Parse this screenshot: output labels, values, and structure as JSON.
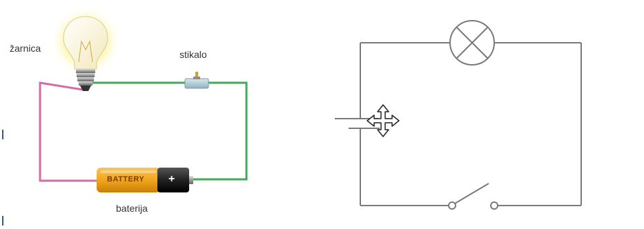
{
  "pictorial_circuit": {
    "bulb_label": "žarnica",
    "switch_label": "stikalo",
    "battery_label": "baterija",
    "battery_text": "BATTERY",
    "battery_terminal_sign": "+"
  },
  "schematic_circuit": {
    "components": [
      "lamp-symbol",
      "battery-symbol",
      "open-switch-symbol"
    ],
    "cursor": "move-cursor-icon"
  },
  "colors": {
    "left_wire": "#d66aa8",
    "right_wire": "#3faa5a",
    "schematic_line": "#7a7a7a",
    "battery_orange": "#f2a51c",
    "bulb_glow": "#fff3a0"
  }
}
